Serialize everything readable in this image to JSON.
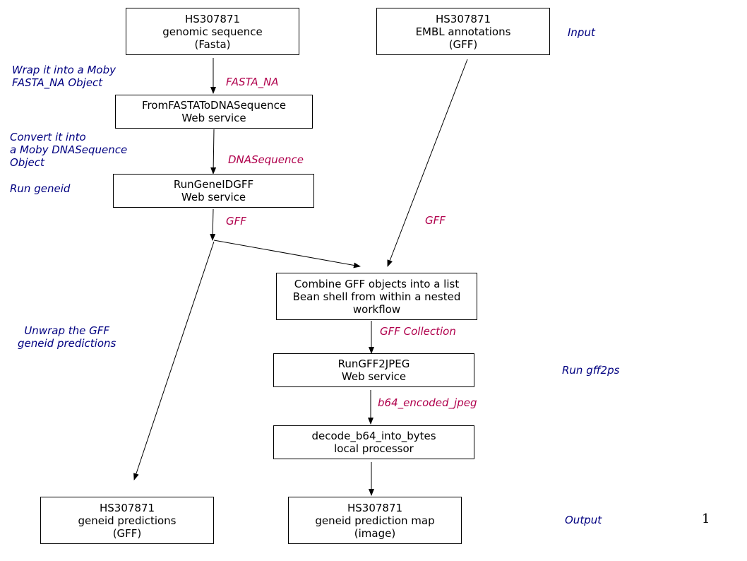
{
  "boxes": {
    "genomic": [
      "HS307871",
      "genomic sequence",
      "(Fasta)"
    ],
    "embl": [
      "HS307871",
      "EMBL annotations",
      "(GFF)"
    ],
    "fromfasta": [
      "FromFASTAToDNASequence",
      "Web service"
    ],
    "rungeneid": [
      "RunGeneIDGFF",
      "Web service"
    ],
    "combine": [
      "Combine GFF objects into a list",
      "Bean shell from within a nested",
      "workflow"
    ],
    "rungff2jpeg": [
      "RunGFF2JPEG",
      "Web service"
    ],
    "decode": [
      "decode_b64_into_bytes",
      "local processor"
    ],
    "predictions": [
      "HS307871",
      "geneid predictions",
      "(GFF)"
    ],
    "map": [
      "HS307871",
      "geneid prediction map",
      "(image)"
    ]
  },
  "notes": {
    "input": [
      "Input"
    ],
    "wrap": [
      "Wrap it into a Moby",
      "FASTA_NA Object"
    ],
    "convert": [
      "Convert it into",
      "a Moby DNASequence",
      "Object"
    ],
    "run_geneid": [
      "Run geneid"
    ],
    "unwrap": [
      "Unwrap the GFF",
      "geneid predictions"
    ],
    "run_gff2ps": [
      "Run gff2ps"
    ],
    "output": [
      "Output"
    ]
  },
  "edge_labels": {
    "fasta_na": "FASTA_NA",
    "dnasequence": "DNASequence",
    "gff_left": "GFF",
    "gff_right": "GFF",
    "gff_collection": "GFF Collection",
    "b64": "b64_encoded_jpeg"
  },
  "page_number": "1"
}
